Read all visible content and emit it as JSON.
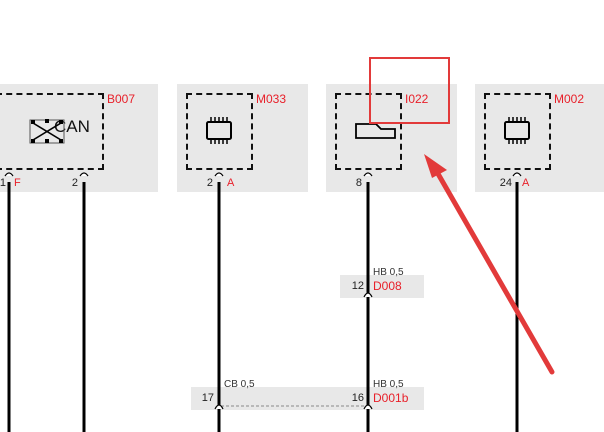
{
  "colors": {
    "panel": "#e8e8e8",
    "accent_red": "#e8202a",
    "wire": "#000000",
    "annotation": "#e23a3a"
  },
  "components": {
    "b007": {
      "code": "B007",
      "label": "CAN",
      "pins": [
        {
          "num": "1",
          "letter": "F"
        },
        {
          "num": "2",
          "letter": ""
        }
      ],
      "icon": "can-bus-icon"
    },
    "m033": {
      "code": "M033",
      "pins": [
        {
          "num": "2",
          "letter": "A"
        }
      ],
      "icon": "chip-icon"
    },
    "i022": {
      "code": "I022",
      "pins": [
        {
          "num": "8",
          "letter": ""
        }
      ],
      "icon": "switch-icon"
    },
    "m002": {
      "code": "M002",
      "pins": [
        {
          "num": "24",
          "letter": "A"
        }
      ],
      "icon": "chip-icon"
    }
  },
  "connectors": {
    "d008": {
      "pin": "12",
      "code": "D008",
      "wire": "HB 0,5"
    },
    "d001b": {
      "left_pin": "17",
      "left_wire": "CB 0,5",
      "right_pin": "16",
      "right_wire": "HB 0,5",
      "code": "D001b"
    }
  }
}
